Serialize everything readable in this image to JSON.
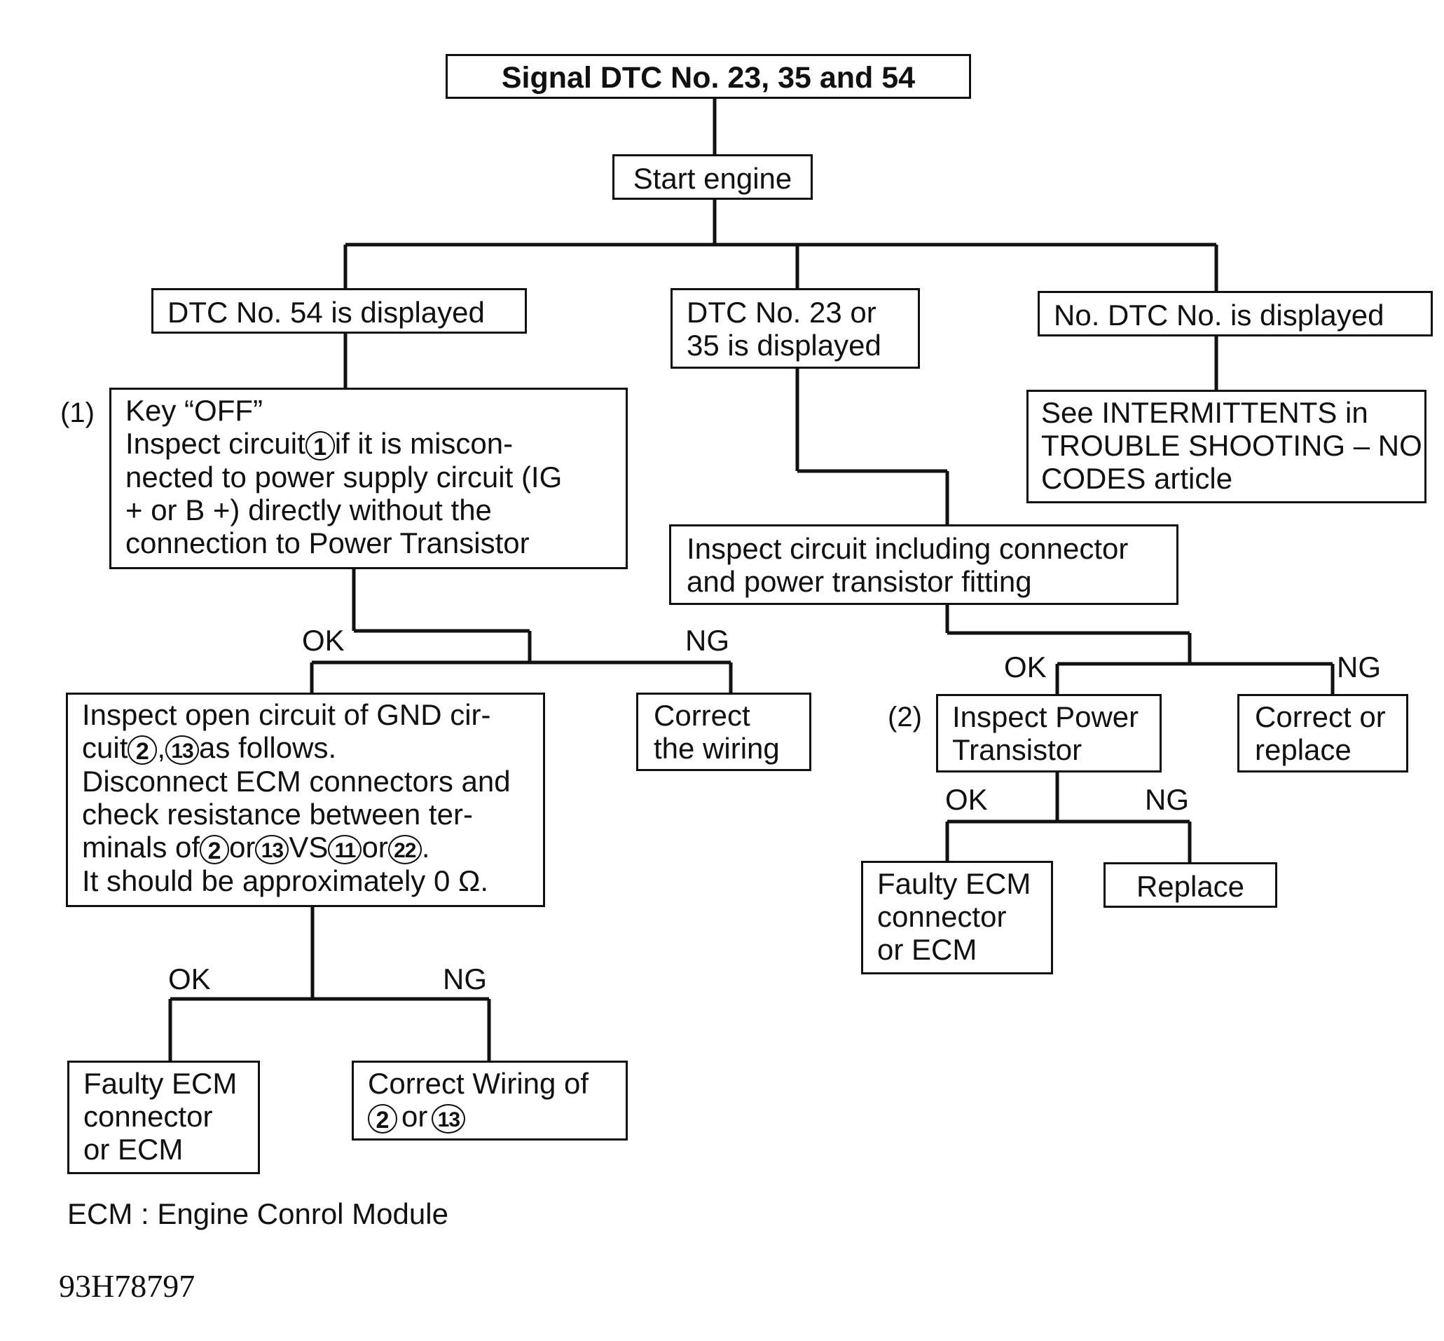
{
  "title": "Signal DTC No. 23, 35 and 54",
  "start": "Start engine",
  "dtc54": "DTC No. 54 is displayed",
  "dtc23": {
    "l1": "DTC No. 23 or",
    "l2": "35 is displayed"
  },
  "nodtc": "No. DTC No. is displayed",
  "see": {
    "l1": "See INTERMITTENTS in",
    "l2": "TROUBLE SHOOTING – NO",
    "l3": "CODES article"
  },
  "step1": {
    "num": "(1)",
    "l1": "Key “OFF”",
    "l2a": "Inspect circuit",
    "c1": "1",
    "l2b": "if it is miscon-",
    "l3": "nected to power supply circuit (IG",
    "l4": "+ or B +) directly without the",
    "l5": "connection to Power Transistor"
  },
  "inspect_circuit": {
    "l1": "Inspect circuit including connector",
    "l2": "and power transistor fitting"
  },
  "labels": {
    "ok": "OK",
    "ng": "NG"
  },
  "gnd": {
    "l1": "Inspect open circuit of GND cir-",
    "l2a": "cuit",
    "c2": "2",
    "comma": ",",
    "c13": "13",
    "l2b": "as follows.",
    "l3": "Disconnect ECM connectors and",
    "l4": "check resistance between ter-",
    "l5a": "minals of",
    "or1": "or",
    "vs": "VS",
    "c11": "11",
    "or2": "or",
    "c22": "22",
    "dot": ".",
    "l6": "It should be approximately 0 Ω."
  },
  "correct_wiring": {
    "l1": "Correct",
    "l2": "the wiring"
  },
  "step2": {
    "num": "(2)",
    "l1": "Inspect Power",
    "l2": "Transistor"
  },
  "correct_replace": {
    "l1": "Correct or",
    "l2": "replace"
  },
  "faulty_right": {
    "l1": "Faulty ECM",
    "l2": "connector",
    "l3": "or ECM"
  },
  "replace": "Replace",
  "faulty_left": {
    "l1": "Faulty ECM",
    "l2": "connector",
    "l3": "or ECM"
  },
  "correct_wiring_of": {
    "l1": "Correct Wiring of",
    "c2": "2",
    "or": "or",
    "c13": "13"
  },
  "note": "ECM :  Engine Conrol Module",
  "code": "93H78797"
}
